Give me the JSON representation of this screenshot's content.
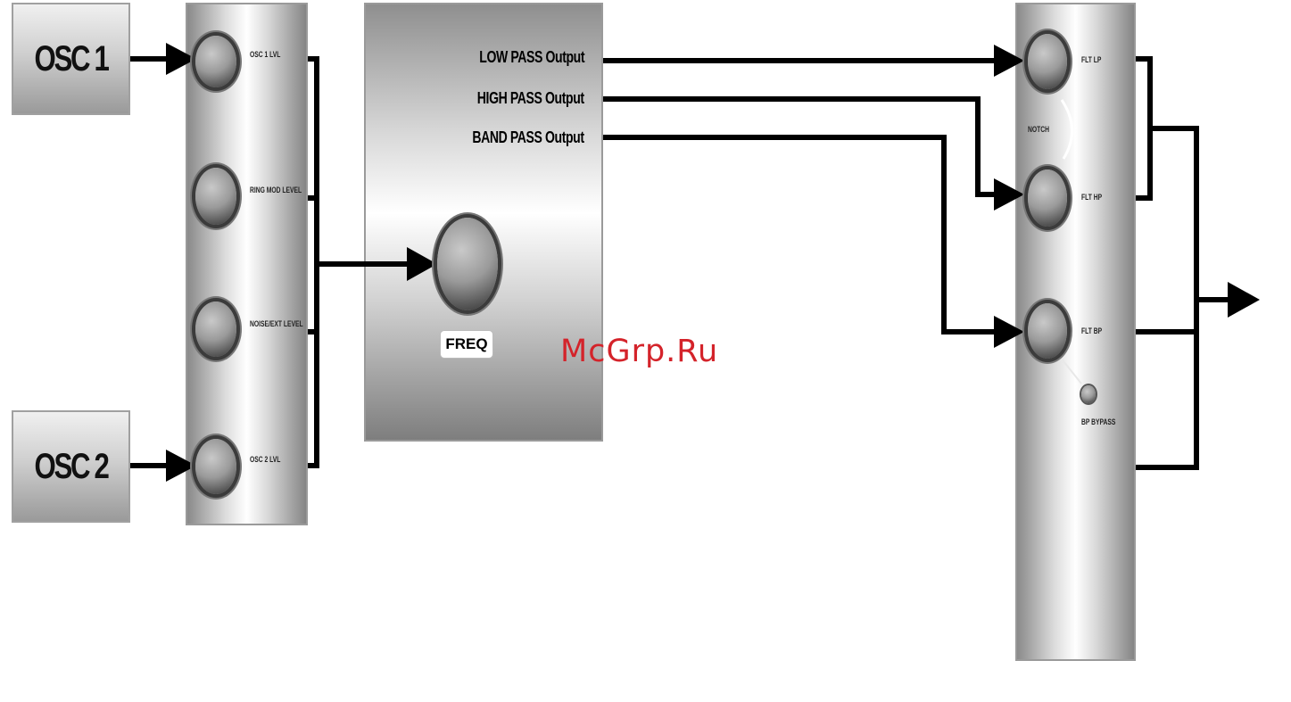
{
  "oscillators": {
    "osc1": "OSC 1",
    "osc2": "OSC 2"
  },
  "mixer": {
    "knob1_label": "OSC 1 LVL",
    "knob2_label": "RING MOD LEVEL",
    "knob3_label": "NOISE/EXT LEVEL",
    "knob4_label": "OSC 2 LVL"
  },
  "filter": {
    "low_pass": "LOW PASS Output",
    "high_pass": "HIGH PASS Output",
    "band_pass": "BAND PASS Output",
    "freq_label": "FREQ"
  },
  "output_section": {
    "knob1_label": "FLT LP",
    "notch_label": "NOTCH",
    "knob2_label": "FLT HP",
    "knob3_label": "FLT BP",
    "small_label": "BP BYPASS"
  },
  "watermark": "McGrp.Ru"
}
